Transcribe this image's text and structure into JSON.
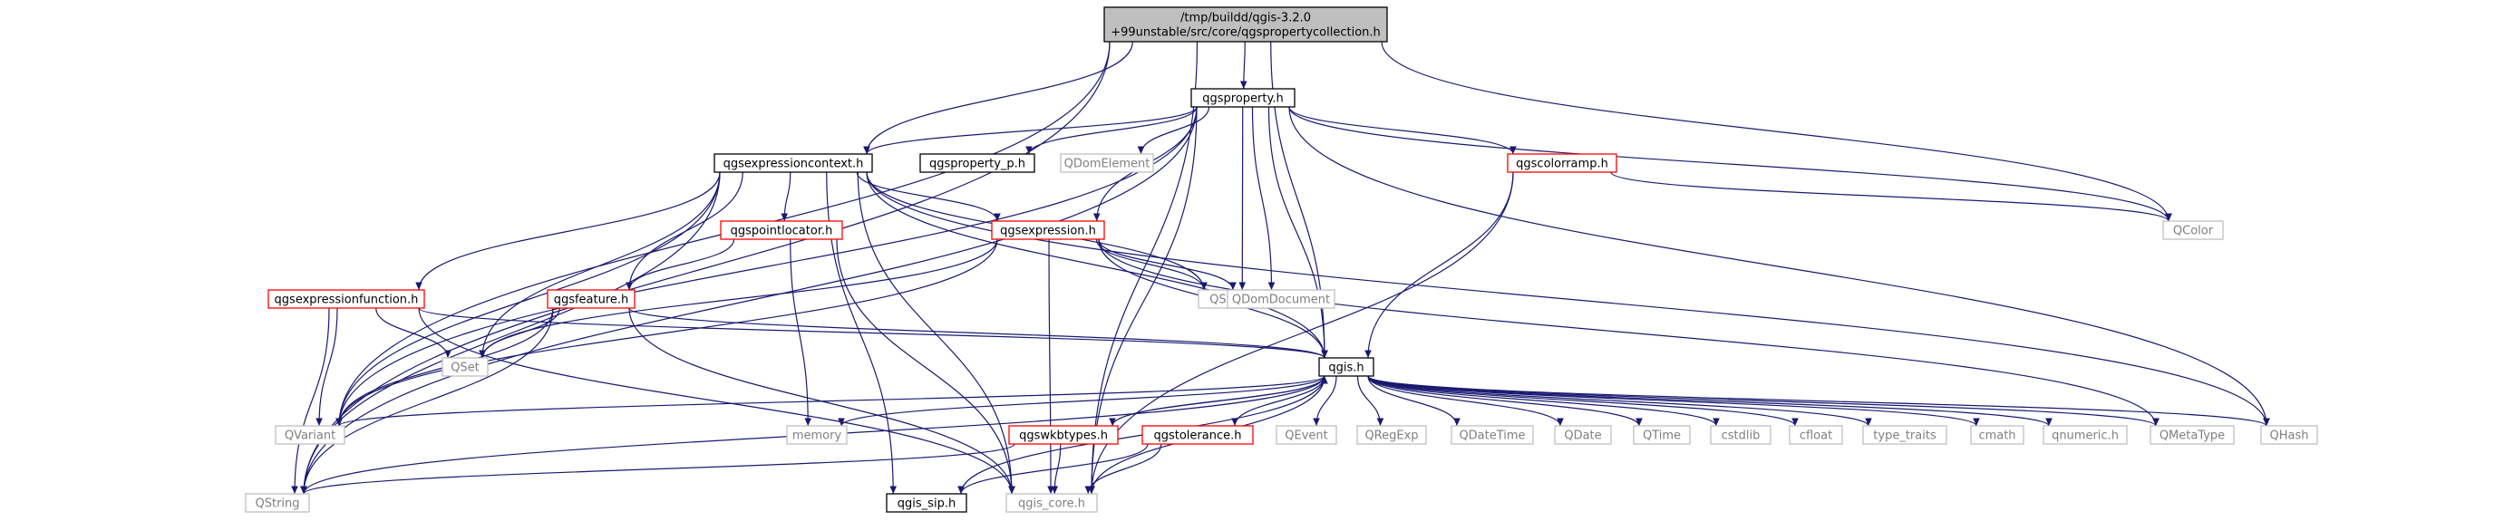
{
  "diagram": {
    "colors": {
      "edge": "#191970",
      "node_default_border": "#000000",
      "node_missing_border": "#bfbfbf",
      "node_incomplete_border": "#ff0000",
      "root_fill": "#bfbfbf",
      "missing_text": "#808080",
      "text": "#000000"
    },
    "nodes": [
      {
        "id": "root",
        "lines": [
          "/tmp/buildd/qgis-3.2.0",
          "+99unstable/src/core/qgspropertycollection.h"
        ],
        "style": "root"
      },
      {
        "id": "qgsproperty",
        "lines": [
          "qgsproperty.h"
        ],
        "style": "normal"
      },
      {
        "id": "qgsexpressioncontext",
        "lines": [
          "qgsexpressioncontext.h"
        ],
        "style": "normal"
      },
      {
        "id": "qgsproperty_p",
        "lines": [
          "qgsproperty_p.h"
        ],
        "style": "normal"
      },
      {
        "id": "QDomElement",
        "lines": [
          "QDomElement"
        ],
        "style": "missing"
      },
      {
        "id": "qgscolorramp",
        "lines": [
          "qgscolorramp.h"
        ],
        "style": "incomplete"
      },
      {
        "id": "QColor",
        "lines": [
          "QColor"
        ],
        "style": "missing"
      },
      {
        "id": "qgspointlocator",
        "lines": [
          "qgspointlocator.h"
        ],
        "style": "incomplete"
      },
      {
        "id": "qgsexpression",
        "lines": [
          "qgsexpression.h"
        ],
        "style": "incomplete"
      },
      {
        "id": "QStringList",
        "lines": [
          "QStringList"
        ],
        "style": "missing"
      },
      {
        "id": "QDomDocument",
        "lines": [
          "QDomDocument"
        ],
        "style": "missing"
      },
      {
        "id": "qgsexpressionfunction",
        "lines": [
          "qgsexpressionfunction.h"
        ],
        "style": "incomplete"
      },
      {
        "id": "qgsfeature",
        "lines": [
          "qgsfeature.h"
        ],
        "style": "incomplete"
      },
      {
        "id": "QSet",
        "lines": [
          "QSet"
        ],
        "style": "missing"
      },
      {
        "id": "qgis",
        "lines": [
          "qgis.h"
        ],
        "style": "normal"
      },
      {
        "id": "QVariant",
        "lines": [
          "QVariant"
        ],
        "style": "missing"
      },
      {
        "id": "memory",
        "lines": [
          "memory"
        ],
        "style": "missing"
      },
      {
        "id": "qgswkbtypes",
        "lines": [
          "qgswkbtypes.h"
        ],
        "style": "incomplete"
      },
      {
        "id": "qgstolerance",
        "lines": [
          "qgstolerance.h"
        ],
        "style": "incomplete"
      },
      {
        "id": "QEvent",
        "lines": [
          "QEvent"
        ],
        "style": "missing"
      },
      {
        "id": "QRegExp",
        "lines": [
          "QRegExp"
        ],
        "style": "missing"
      },
      {
        "id": "QDateTime",
        "lines": [
          "QDateTime"
        ],
        "style": "missing"
      },
      {
        "id": "QDate",
        "lines": [
          "QDate"
        ],
        "style": "missing"
      },
      {
        "id": "QTime",
        "lines": [
          "QTime"
        ],
        "style": "missing"
      },
      {
        "id": "cstdlib",
        "lines": [
          "cstdlib"
        ],
        "style": "missing"
      },
      {
        "id": "cfloat",
        "lines": [
          "cfloat"
        ],
        "style": "missing"
      },
      {
        "id": "type_traits",
        "lines": [
          "type_traits"
        ],
        "style": "missing"
      },
      {
        "id": "cmath",
        "lines": [
          "cmath"
        ],
        "style": "missing"
      },
      {
        "id": "qnumeric",
        "lines": [
          "qnumeric.h"
        ],
        "style": "missing"
      },
      {
        "id": "QMetaType",
        "lines": [
          "QMetaType"
        ],
        "style": "missing"
      },
      {
        "id": "QHash",
        "lines": [
          "QHash"
        ],
        "style": "missing"
      },
      {
        "id": "QString",
        "lines": [
          "QString"
        ],
        "style": "missing"
      },
      {
        "id": "qgis_sip",
        "lines": [
          "qgis_sip.h"
        ],
        "style": "normal"
      },
      {
        "id": "qgis_core",
        "lines": [
          "qgis_core.h"
        ],
        "style": "missing"
      }
    ],
    "edges": [
      [
        "root",
        "qgsproperty"
      ],
      [
        "root",
        "qgsexpressioncontext"
      ],
      [
        "root",
        "QColor"
      ],
      [
        "root",
        "qgis"
      ],
      [
        "root",
        "QVariant"
      ],
      [
        "root",
        "QString"
      ],
      [
        "root",
        "qgis_core"
      ],
      [
        "qgsproperty",
        "qgsexpressioncontext"
      ],
      [
        "qgsproperty",
        "qgsproperty_p"
      ],
      [
        "qgsproperty",
        "QDomElement"
      ],
      [
        "qgsproperty",
        "qgscolorramp"
      ],
      [
        "qgsproperty",
        "QColor"
      ],
      [
        "qgsproperty",
        "qgsexpression"
      ],
      [
        "qgsproperty",
        "QStringList"
      ],
      [
        "qgsproperty",
        "QDomDocument"
      ],
      [
        "qgsproperty",
        "qgis"
      ],
      [
        "qgsproperty",
        "QVariant"
      ],
      [
        "qgsproperty",
        "QString"
      ],
      [
        "qgsproperty",
        "QHash"
      ],
      [
        "qgsproperty",
        "qgis_core"
      ],
      [
        "qgsexpressioncontext",
        "qgspointlocator"
      ],
      [
        "qgsexpressioncontext",
        "qgsexpression"
      ],
      [
        "qgsexpressioncontext",
        "QStringList"
      ],
      [
        "qgsexpressioncontext",
        "qgsexpressionfunction"
      ],
      [
        "qgsexpressioncontext",
        "qgsfeature"
      ],
      [
        "qgsexpressioncontext",
        "QSet"
      ],
      [
        "qgsexpressioncontext",
        "qgis"
      ],
      [
        "qgsexpressioncontext",
        "QVariant"
      ],
      [
        "qgsexpressioncontext",
        "QString"
      ],
      [
        "qgsexpressioncontext",
        "QHash"
      ],
      [
        "qgsexpressioncontext",
        "qgis_sip"
      ],
      [
        "qgsexpressioncontext",
        "qgis_core"
      ],
      [
        "qgscolorramp",
        "QColor"
      ],
      [
        "qgscolorramp",
        "qgis"
      ],
      [
        "qgscolorramp",
        "qgis_core"
      ],
      [
        "qgspointlocator",
        "qgsfeature"
      ],
      [
        "qgspointlocator",
        "memory"
      ],
      [
        "qgspointlocator",
        "qgis_core"
      ],
      [
        "qgsexpression",
        "QStringList"
      ],
      [
        "qgsexpression",
        "QDomDocument"
      ],
      [
        "qgsexpression",
        "QSet"
      ],
      [
        "qgsexpression",
        "qgis"
      ],
      [
        "qgsexpression",
        "QVariant"
      ],
      [
        "qgsexpression",
        "QMetaType"
      ],
      [
        "qgsexpression",
        "qgis_core"
      ],
      [
        "qgsexpressionfunction",
        "QSet"
      ],
      [
        "qgsexpressionfunction",
        "qgis"
      ],
      [
        "qgsexpressionfunction",
        "QVariant"
      ],
      [
        "qgsexpressionfunction",
        "QString"
      ],
      [
        "qgsexpressionfunction",
        "qgis_core"
      ],
      [
        "qgsfeature",
        "QSet"
      ],
      [
        "qgsfeature",
        "qgis"
      ],
      [
        "qgsfeature",
        "QVariant"
      ],
      [
        "qgsfeature",
        "QString"
      ],
      [
        "qgsfeature",
        "qgis_core"
      ],
      [
        "qgis",
        "QVariant"
      ],
      [
        "qgis",
        "memory"
      ],
      [
        "qgis",
        "qgswkbtypes"
      ],
      [
        "qgis",
        "qgstolerance"
      ],
      [
        "qgis",
        "QEvent"
      ],
      [
        "qgis",
        "QRegExp"
      ],
      [
        "qgis",
        "QDateTime"
      ],
      [
        "qgis",
        "QDate"
      ],
      [
        "qgis",
        "QTime"
      ],
      [
        "qgis",
        "cstdlib"
      ],
      [
        "qgis",
        "cfloat"
      ],
      [
        "qgis",
        "type_traits"
      ],
      [
        "qgis",
        "cmath"
      ],
      [
        "qgis",
        "qnumeric"
      ],
      [
        "qgis",
        "QMetaType"
      ],
      [
        "qgis",
        "QHash"
      ],
      [
        "qgis",
        "QString"
      ],
      [
        "qgis",
        "qgis_sip"
      ],
      [
        "qgis",
        "qgis_core"
      ],
      [
        "qgswkbtypes",
        "qgis"
      ],
      [
        "qgswkbtypes",
        "QString"
      ],
      [
        "qgswkbtypes",
        "qgis_core"
      ],
      [
        "qgstolerance",
        "qgis_sip"
      ],
      [
        "qgstolerance",
        "qgis_core"
      ]
    ]
  }
}
